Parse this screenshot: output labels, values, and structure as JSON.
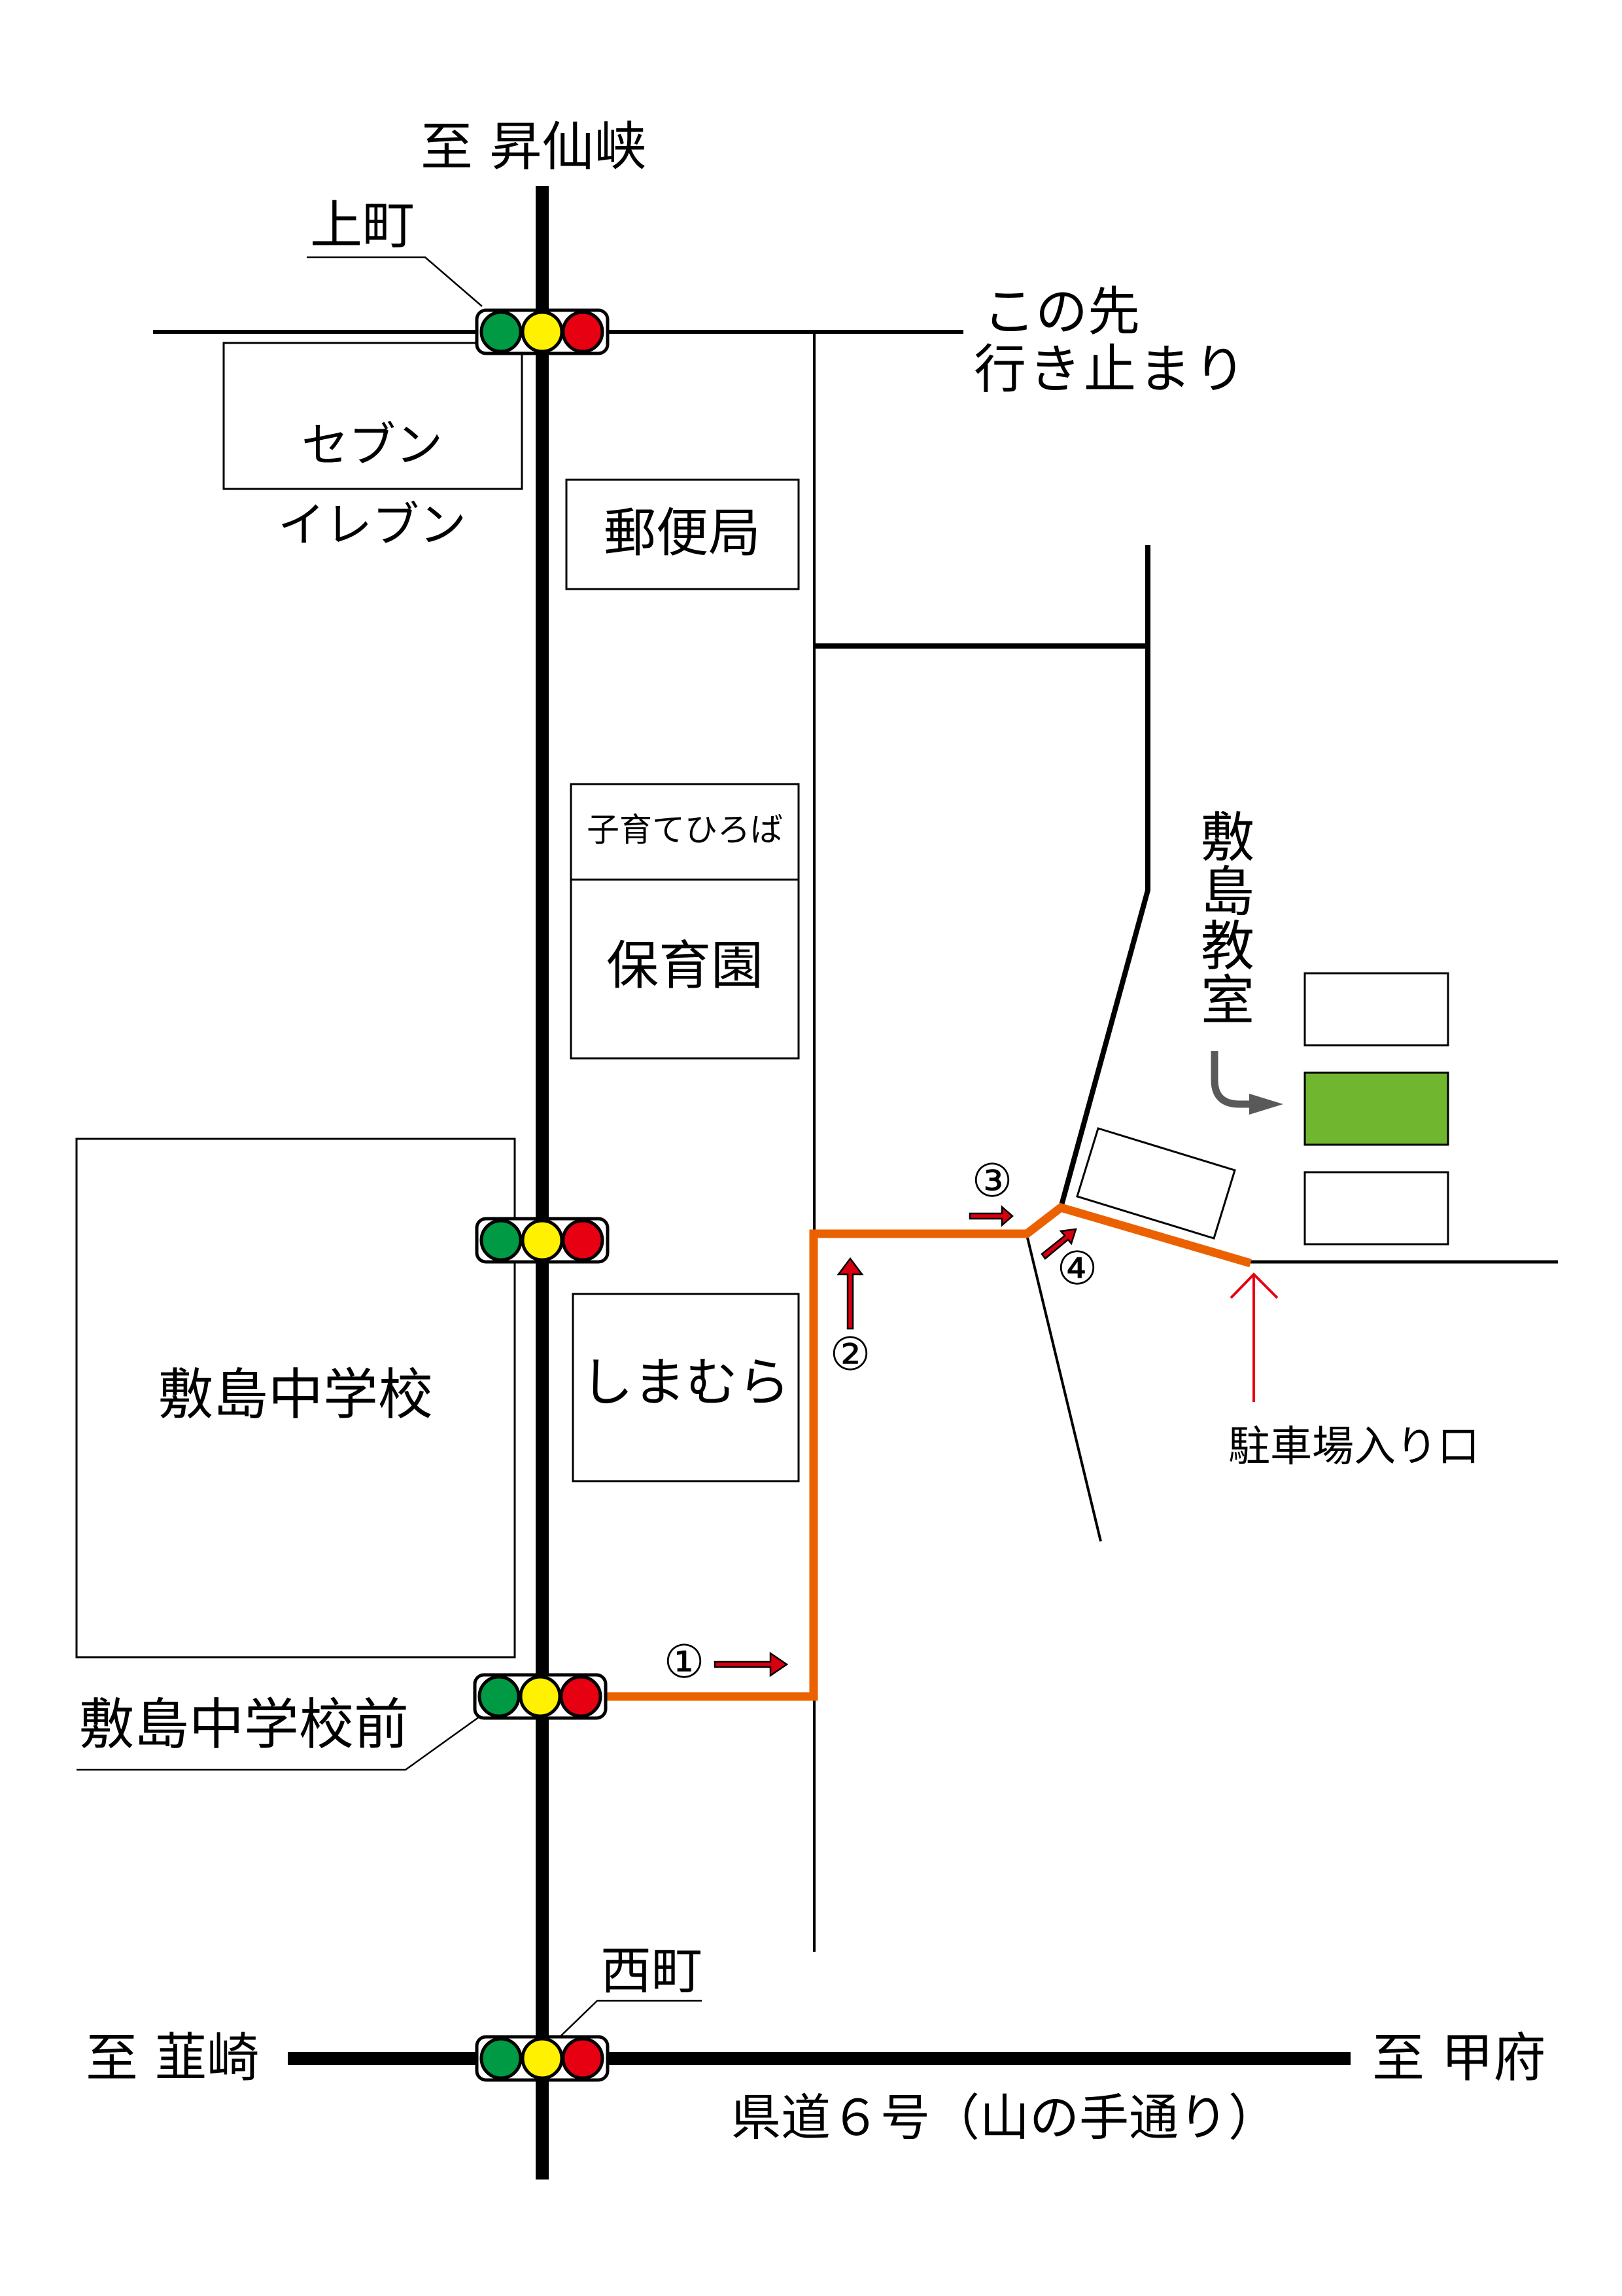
{
  "map": {
    "directions": {
      "north": "至 昇仙峡",
      "west": "至 韮崎",
      "east": "至 甲府"
    },
    "road_name": "県道６号（山の手通り）",
    "dead_end_note": {
      "line1": "この先",
      "line2": "行き止まり"
    },
    "intersections": {
      "top": "上町",
      "school_front": "敷島中学校前",
      "bottom": "西町"
    },
    "landmarks": {
      "seven_eleven": {
        "line1": "セブン",
        "line2": "イレブン"
      },
      "post_office": "郵便局",
      "kosodate": "子育てひろば",
      "nursery": "保育園",
      "shimamura": "しまむら",
      "school": "敷島中学校"
    },
    "destination": {
      "label": [
        "敷",
        "島",
        "教",
        "室"
      ],
      "highlight_color": "#70b72f"
    },
    "parking_entrance": "駐車場入り口",
    "route_steps": [
      "①",
      "②",
      "③",
      "④"
    ],
    "colors": {
      "route": "#eb6100",
      "step_arrow": "#d7000f",
      "signal_green": "#009a44",
      "signal_yellow": "#fff100",
      "signal_red": "#e60012",
      "pointer_arrow": "#595959"
    }
  }
}
